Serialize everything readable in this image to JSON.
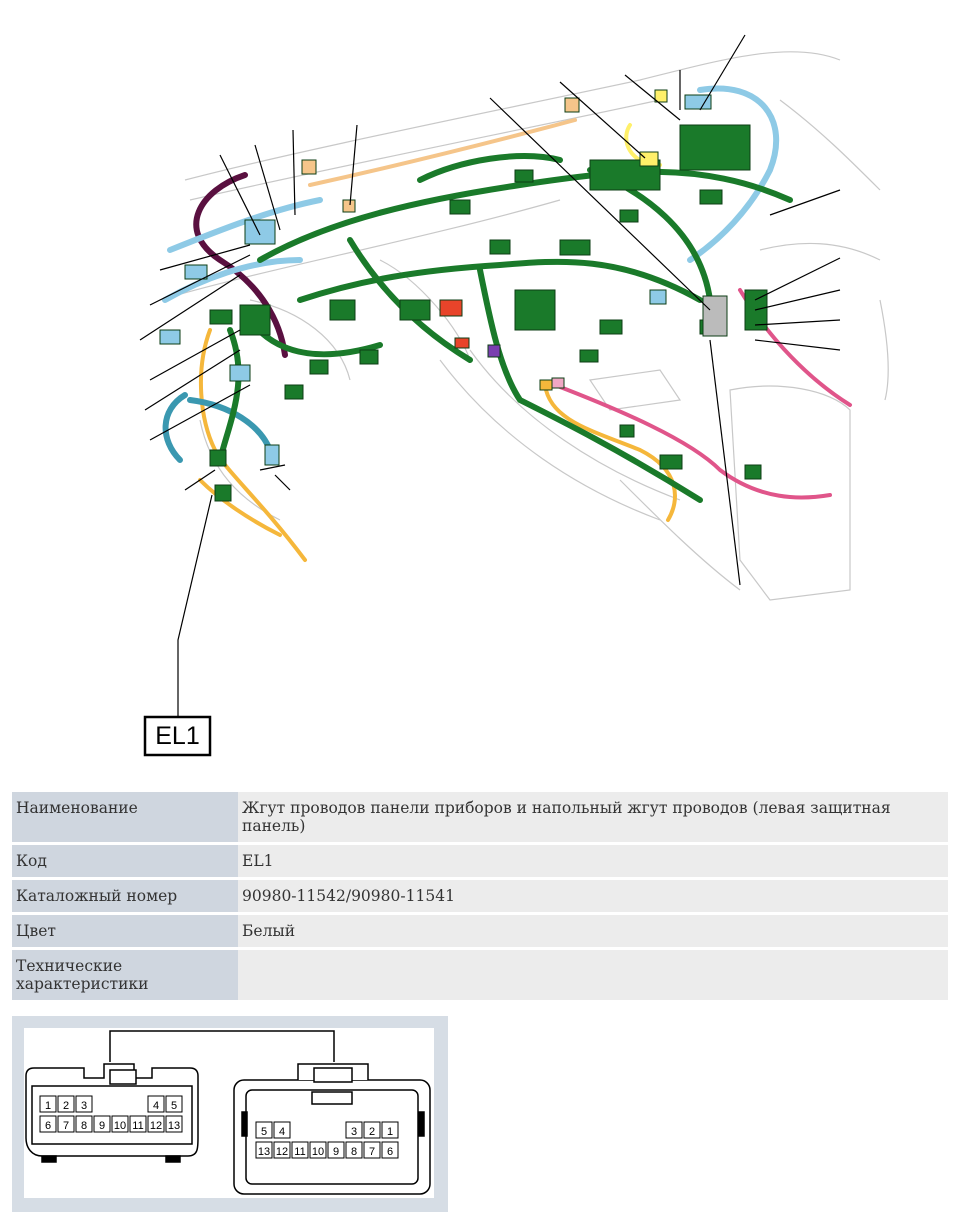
{
  "figure": {
    "callout_label": "EL1",
    "harness_colors": {
      "green": "#1a7a2a",
      "light_blue": "#8ecae6",
      "orange": "#f5b73b",
      "dark_purple": "#5a1040",
      "pink": "#e0558a",
      "yellow": "#fff06a",
      "red": "#e8442a",
      "purple": "#7a3fb0",
      "teal": "#3a98b0",
      "peach": "#f5c58a"
    }
  },
  "spec_table": {
    "rows": [
      {
        "label": "Наименование",
        "value": "Жгут проводов панели приборов и напольный жгут проводов (левая защитная панель)"
      },
      {
        "label": "Код",
        "value": "EL1"
      },
      {
        "label": "Каталожный номер",
        "value": "90980-11542/90980-11541"
      },
      {
        "label": "Цвет",
        "value": "Белый"
      },
      {
        "label": "Технические характеристики",
        "value": ""
      }
    ]
  },
  "connector": {
    "left_top_pins": [
      "1",
      "2",
      "3",
      "4",
      "5"
    ],
    "left_bottom_pins": [
      "6",
      "7",
      "8",
      "9",
      "10",
      "11",
      "12",
      "13"
    ],
    "right_top_pins": [
      "5",
      "4",
      "3",
      "2",
      "1"
    ],
    "right_bottom_pins": [
      "13",
      "12",
      "11",
      "10",
      "9",
      "8",
      "7",
      "6"
    ]
  }
}
